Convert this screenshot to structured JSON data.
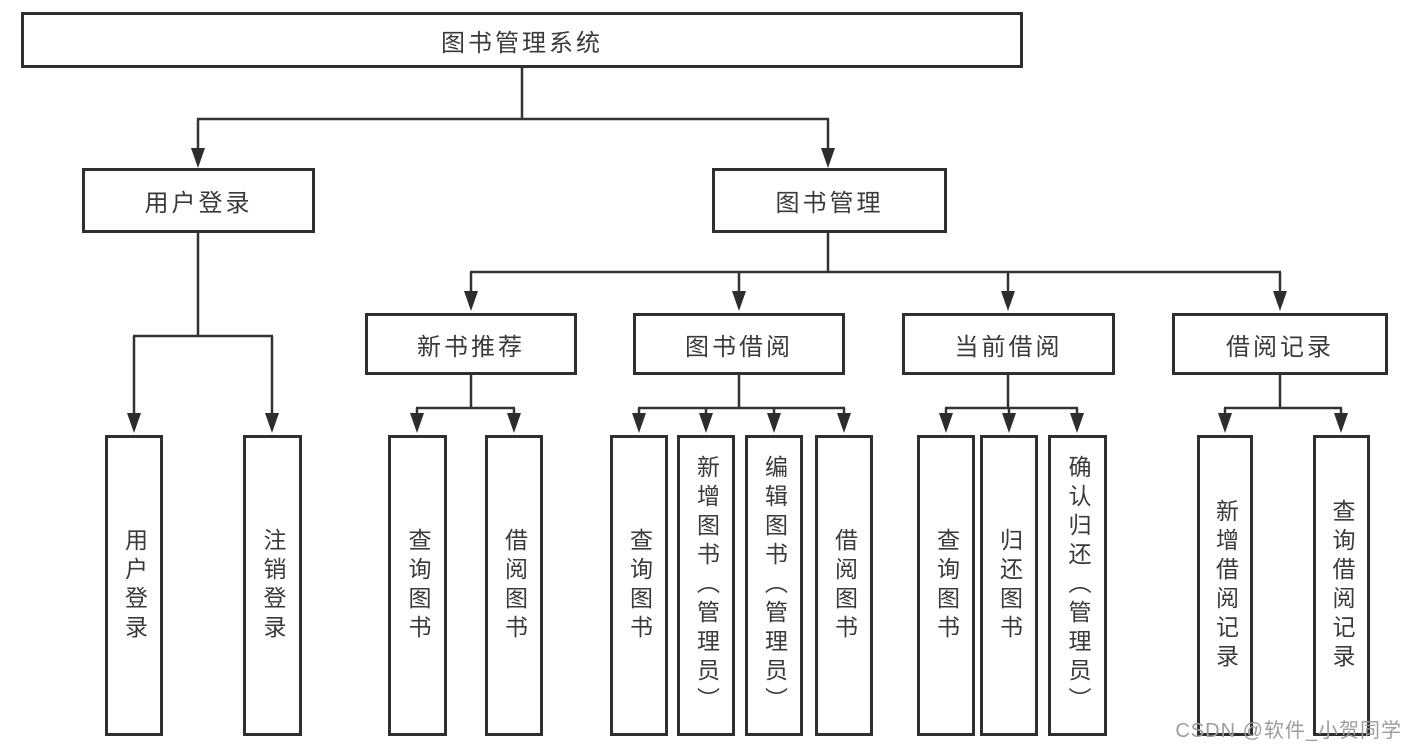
{
  "tree": {
    "label": "图书管理系统",
    "children": [
      {
        "label": "用户登录",
        "children": [
          {
            "label": "用户登录"
          },
          {
            "label": "注销登录"
          }
        ]
      },
      {
        "label": "图书管理",
        "children": [
          {
            "label": "新书推荐",
            "children": [
              {
                "label": "查询图书"
              },
              {
                "label": "借阅图书"
              }
            ]
          },
          {
            "label": "图书借阅",
            "children": [
              {
                "label": "查询图书"
              },
              {
                "label": "新增图书（管理员）"
              },
              {
                "label": "编辑图书（管理员）"
              },
              {
                "label": "借阅图书"
              }
            ]
          },
          {
            "label": "当前借阅",
            "children": [
              {
                "label": "查询图书"
              },
              {
                "label": "归还图书"
              },
              {
                "label": "确认归还（管理员）"
              }
            ]
          },
          {
            "label": "借阅记录",
            "children": [
              {
                "label": "新增借阅记录"
              },
              {
                "label": "查询借阅记录"
              }
            ]
          }
        ]
      }
    ]
  },
  "watermark": {
    "text": "CSDN @软件_小贺同学"
  },
  "colors": {
    "line": "#333333",
    "box_border": "#2f2f2f",
    "text": "#3a3a3a",
    "watermark": "#9d9d9d",
    "background": "#ffffff"
  }
}
